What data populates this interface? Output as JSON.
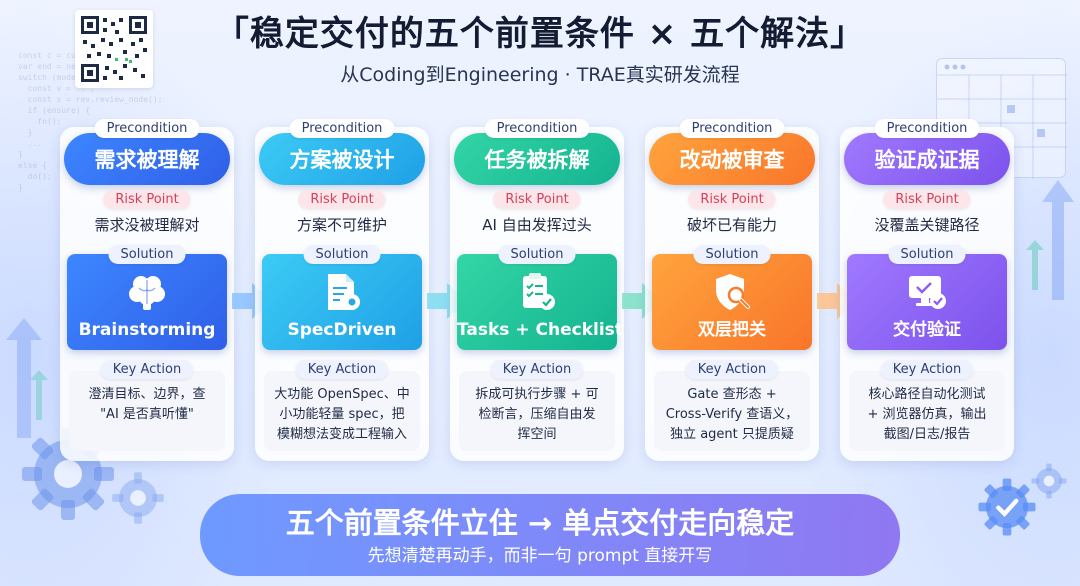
{
  "title": "「稳定交付的五个前置条件 × 五个解法」",
  "subtitle": "从Coding到Engineering · TRAE真实研发流程",
  "labels": {
    "precondition": "Precondition",
    "risk_point": "Risk Point",
    "solution": "Solution",
    "key_action": "Key Action"
  },
  "columns": [
    {
      "name": "需求被理解",
      "risk": "需求没被理解对",
      "solution": "Brainstorming",
      "icon": "brain-icon",
      "key_action": [
        "澄清目标、边界，查",
        "\"AI 是否真听懂\""
      ],
      "color_from": "#3d86ff",
      "color_to": "#2f5fe8"
    },
    {
      "name": "方案被设计",
      "risk": "方案不可维护",
      "solution": "SpecDriven",
      "icon": "spec-doc-gear-icon",
      "key_action": [
        "大功能 OpenSpec、中",
        "小功能轻量 spec，把",
        "模糊想法变成工程输入"
      ],
      "color_from": "#3ccbf5",
      "color_to": "#1fa0e6"
    },
    {
      "name": "任务被拆解",
      "risk": "AI 自由发挥过头",
      "solution": "Tasks + Checklist",
      "icon": "checklist-icon",
      "key_action": [
        "拆成可执行步骤 + 可",
        "检断言，压缩自由发",
        "挥空间"
      ],
      "color_from": "#33d6a6",
      "color_to": "#14b390"
    },
    {
      "name": "改动被审查",
      "risk": "破坏已有能力",
      "solution": "双层把关",
      "icon": "shield-search-icon",
      "key_action": [
        "Gate 查形态 +",
        "Cross-Verify 查语义，",
        "独立 agent 只提质疑"
      ],
      "color_from": "#ffa43d",
      "color_to": "#f9752a"
    },
    {
      "name": "验证成证据",
      "risk": "没覆盖关键路径",
      "solution": "交付验证",
      "icon": "monitor-check-icon",
      "key_action": [
        "核心路径自动化测试",
        "+ 浏览器仿真，输出",
        "截图/日志/报告"
      ],
      "color_from": "#a079ff",
      "color_to": "#7c52ec"
    }
  ],
  "bottom": {
    "title": "五个前置条件立住 → 单点交付走向稳定",
    "subtitle": "先想清楚再动手，而非一句 prompt 直接开写"
  }
}
